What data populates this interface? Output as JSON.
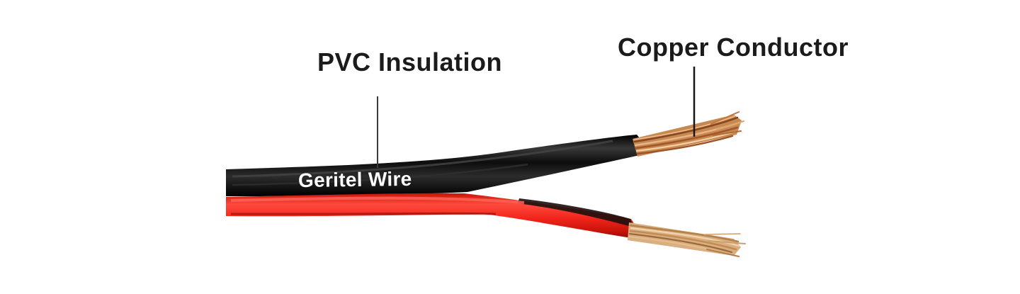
{
  "diagram": {
    "kind": "annotated wire product diagram",
    "labels": {
      "pvc_insulation": "PVC Insulation",
      "copper_conductor": "Copper Conductor",
      "wire_brand": "Geritel Wire"
    },
    "colors": {
      "background": "#ffffff",
      "black_insulation": "#161616",
      "red_insulation": "#f2261c",
      "red_highlight": "#ff5a4d",
      "copper_dark": "#8a4724",
      "copper_light": "#e8b488",
      "copper_pale": "#dbae80",
      "label_text": "#1b1b1b",
      "leader_line": "#2a2a2a",
      "brand_text": "#ffffff"
    }
  }
}
